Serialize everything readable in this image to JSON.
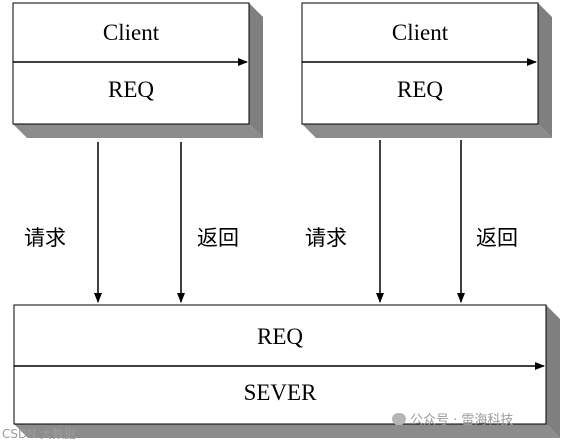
{
  "clients": [
    {
      "title": "Client",
      "sub": "REQ"
    },
    {
      "title": "Client",
      "sub": "REQ"
    }
  ],
  "server": {
    "top": "REQ",
    "bottom": "SEVER"
  },
  "arrow_labels": {
    "request_left": "请求",
    "return_left": "返回",
    "request_right": "请求",
    "return_right": "返回"
  },
  "watermark": {
    "left": "CSDN 大数据",
    "right": "公众号 · 雷海科技"
  },
  "colors": {
    "box_face": "#ffffff",
    "box_shadow": "#7f7f7f",
    "line": "#000000"
  }
}
